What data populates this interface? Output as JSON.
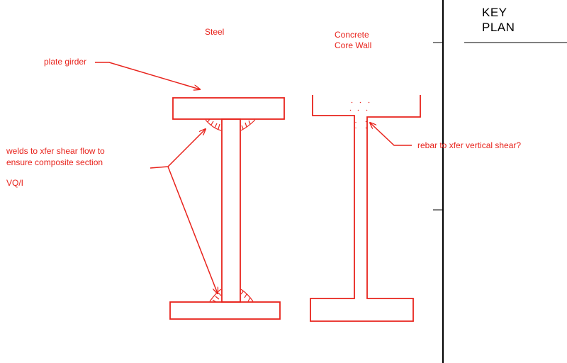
{
  "colors": {
    "annotation": "#e8231c",
    "border": "#000000",
    "background": "#ffffff"
  },
  "labels": {
    "steel": "Steel",
    "concrete_line1": "Concrete",
    "concrete_line2": "Core Wall",
    "plate_girder": "plate girder",
    "welds_line1": "welds to xfer shear flow to",
    "welds_line2": "ensure composite section",
    "vq_i": "VQ/I",
    "rebar": "rebar to xfer vertical shear?",
    "key_line1": "KEY",
    "key_line2": "PLAN"
  }
}
